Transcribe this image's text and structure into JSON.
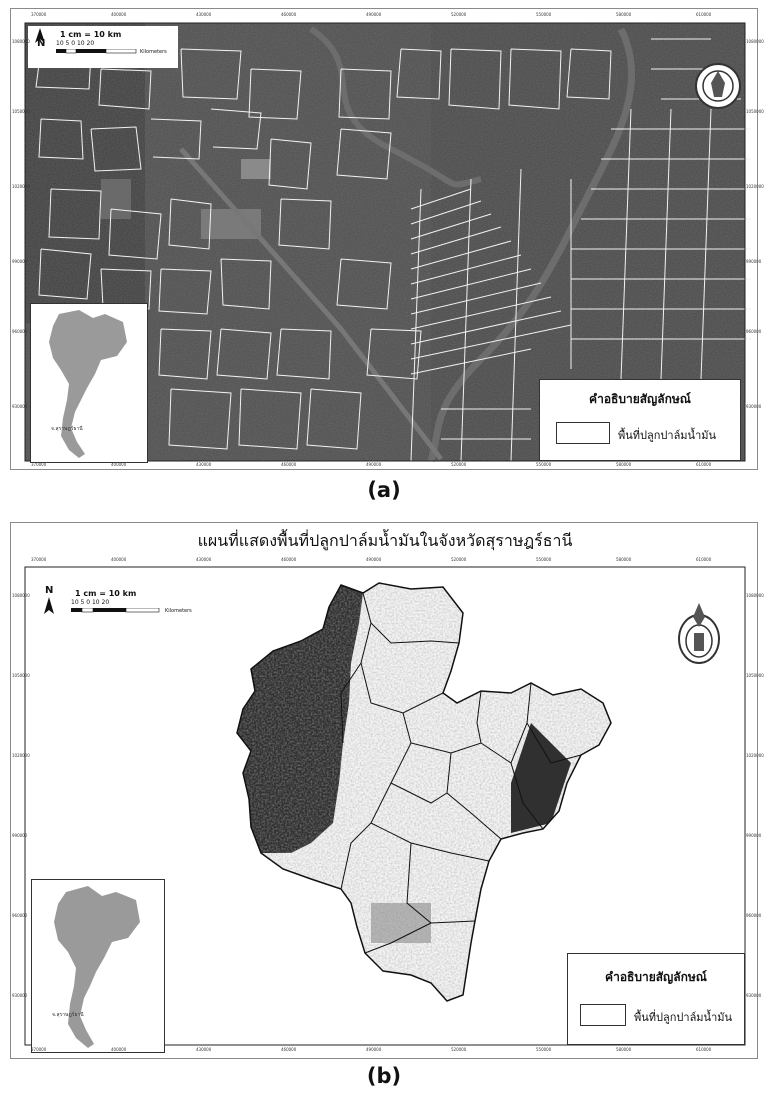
{
  "panel_a": {
    "caption": "(a)",
    "scale_text": "1 cm = 10 km",
    "scale_ticks": "10  5   0        10       20",
    "scale_unit": "Kilometers",
    "north": "N",
    "legend_title": "คำอธิบายสัญลักษณ์",
    "legend_item": "พื้นที่ปลูกปาล์มน้ำมัน",
    "inset_label": "จ.สุราษฎร์ธานี",
    "x_ticks": [
      "370000",
      "400000",
      "430000",
      "460000",
      "490000",
      "520000",
      "550000",
      "580000",
      "610000"
    ],
    "y_ticks": [
      "1080000",
      "1050000",
      "1020000",
      "990000",
      "960000",
      "930000"
    ]
  },
  "panel_b": {
    "caption": "(b)",
    "title": "แผนที่แสดงพื้นที่ปลูกปาล์มน้ำมันในจังหวัดสุราษฎร์ธานี",
    "scale_text": "1 cm = 10 km",
    "scale_ticks": "10  5   0        10       20",
    "scale_unit": "Kilometers",
    "north": "N",
    "legend_title": "คำอธิบายสัญลักษณ์",
    "legend_item": "พื้นที่ปลูกปาล์มน้ำมัน",
    "inset_label": "จ.สุราษฎร์ธานี",
    "x_ticks": [
      "370000",
      "400000",
      "430000",
      "460000",
      "490000",
      "520000",
      "550000",
      "580000",
      "610000"
    ],
    "y_ticks": [
      "1080000",
      "1050000",
      "1020000",
      "990000",
      "960000",
      "930000"
    ]
  },
  "colors": {
    "imagery_dark": "#3e3e3e",
    "imagery_mid": "#5a5a5a",
    "parcel_line": "#f2f2f2",
    "province_white": "#f4f4f4",
    "forest_dark": "#2f2f2f",
    "inset_gray": "#9a9a9a"
  }
}
